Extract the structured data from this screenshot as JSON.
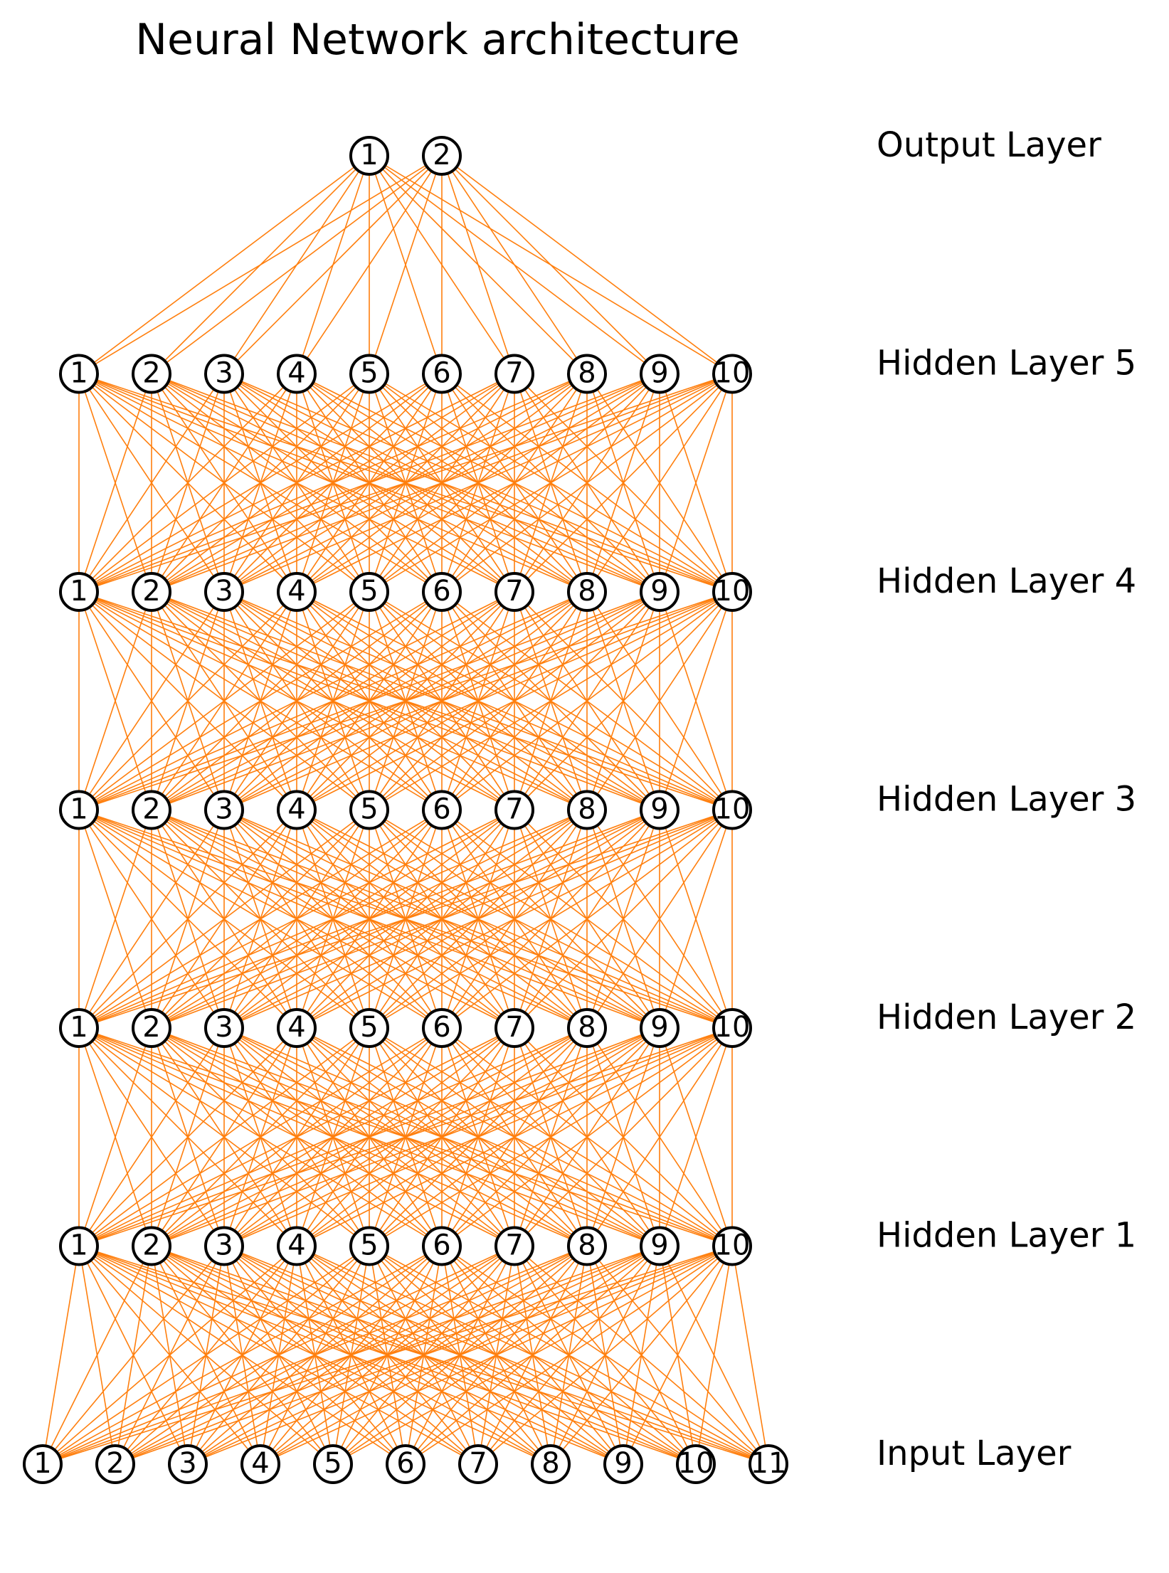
{
  "title": "Neural Network architecture",
  "edge_color": "#ff7f0e",
  "node_stroke_color": "#000000",
  "node_fill_color": "#ffffff",
  "connectivity": "fully-connected",
  "layers": [
    {
      "name": "Input Layer",
      "nodes": [
        "1",
        "2",
        "3",
        "4",
        "5",
        "6",
        "7",
        "8",
        "9",
        "10",
        "11"
      ]
    },
    {
      "name": "Hidden Layer 1",
      "nodes": [
        "1",
        "2",
        "3",
        "4",
        "5",
        "6",
        "7",
        "8",
        "9",
        "10"
      ]
    },
    {
      "name": "Hidden Layer 2",
      "nodes": [
        "1",
        "2",
        "3",
        "4",
        "5",
        "6",
        "7",
        "8",
        "9",
        "10"
      ]
    },
    {
      "name": "Hidden Layer 3",
      "nodes": [
        "1",
        "2",
        "3",
        "4",
        "5",
        "6",
        "7",
        "8",
        "9",
        "10"
      ]
    },
    {
      "name": "Hidden Layer 4",
      "nodes": [
        "1",
        "2",
        "3",
        "4",
        "5",
        "6",
        "7",
        "8",
        "9",
        "10"
      ]
    },
    {
      "name": "Hidden Layer 5",
      "nodes": [
        "1",
        "2",
        "3",
        "4",
        "5",
        "6",
        "7",
        "8",
        "9",
        "10"
      ]
    },
    {
      "name": "Output Layer",
      "nodes": [
        "1",
        "2"
      ]
    }
  ]
}
